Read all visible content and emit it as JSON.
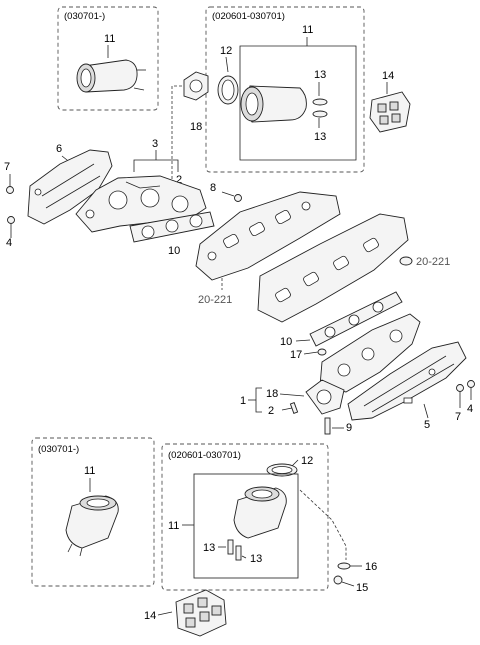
{
  "boxes": {
    "top_left_variant": "(030701-)",
    "top_right_variant": "(020601-030701)",
    "bottom_left_variant": "(030701-)",
    "bottom_right_variant": "(020601-030701)"
  },
  "callouts": {
    "c1": "1",
    "c2": "2",
    "c3": "3",
    "c4a": "4",
    "c4b": "4",
    "c5": "5",
    "c6": "6",
    "c7a": "7",
    "c7b": "7",
    "c8": "8",
    "c9": "9",
    "c10a": "10",
    "c10b": "10",
    "c11a": "11",
    "c11b": "11",
    "c11c": "11",
    "c11d": "11",
    "c12a": "12",
    "c12b": "12",
    "c13a": "13",
    "c13b": "13",
    "c13c": "13",
    "c13d": "13",
    "c14a": "14",
    "c14b": "14",
    "c15": "15",
    "c16": "16",
    "c17": "17",
    "c18a": "18",
    "c18b": "18"
  },
  "references": {
    "ref_a": "20-221",
    "ref_b": "20-221"
  }
}
